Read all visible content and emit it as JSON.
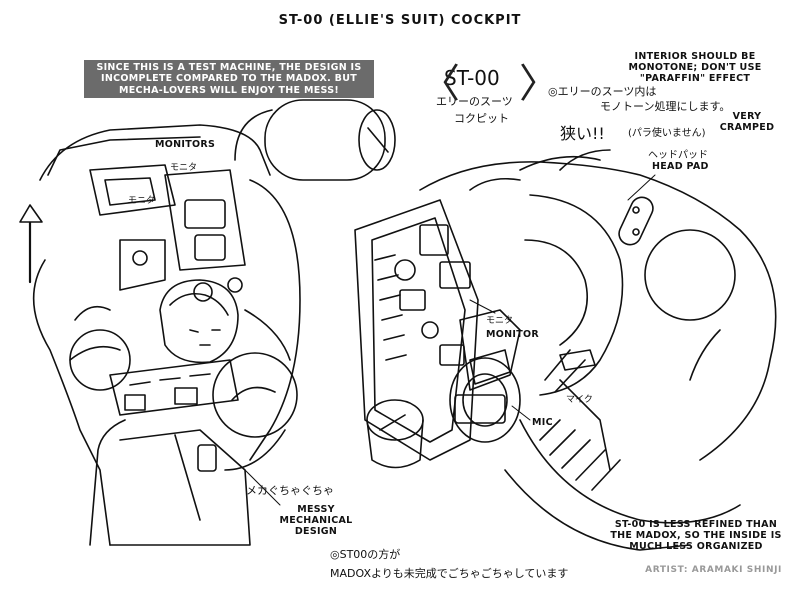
{
  "title": "ST-00 (ELLIE'S SUIT) COCKPIT",
  "notes": {
    "test_machine": "SINCE THIS IS A TEST MACHINE, THE DESIGN IS INCOMPLETE COMPARED TO THE MADOX. BUT MECHA-LOVERS WILL ENJOY THE MESS!",
    "interior": "INTERIOR SHOULD BE MONOTONE; DON'T USE \"PARAFFIN\" EFFECT",
    "cramped": "VERY CRAMPED",
    "head_pad": "HEAD PAD",
    "monitors": "MONITORS",
    "monitor": "MONITOR",
    "mic": "MIC",
    "messy": "MESSY MECHANICAL DESIGN",
    "less_refined": "ST-00 IS LESS REFINED THAN THE MADOX, SO THE INSIDE IS MUCH LESS ORGANIZED"
  },
  "japanese": {
    "st00": "ST-00",
    "ellie_suit": "エリーのスーツ",
    "cockpit": "コクピット",
    "interior_1": "◎エリーのスーツ内は",
    "interior_2": "モノトーン処理にします。",
    "cramped": "狭い!!",
    "paraffin": "(パラ使いません)",
    "head_pad": "ヘッドパッド",
    "monitor_left": "モニタ",
    "monitor_small": "モニタ",
    "monitor_right": "モニタ",
    "mic": "マイク",
    "messy": "メカぐちゃぐちゃ",
    "bottom_1": "◎ST00の方が",
    "bottom_2": "MADOXよりも未完成でごちゃごちゃしています"
  },
  "credit": "ARTIST: ARAMAKI SHINJI"
}
